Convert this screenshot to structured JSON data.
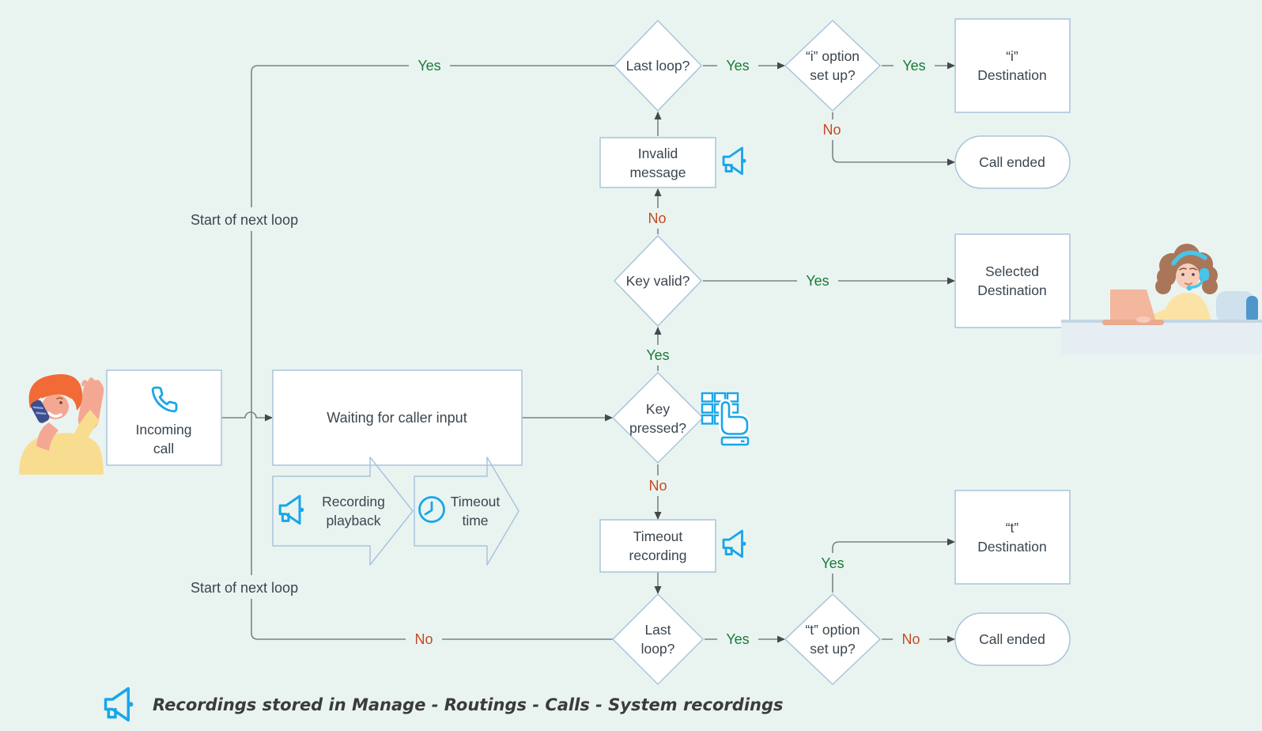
{
  "colors": {
    "background": "#e9f4f1",
    "node_fill": "#ffffff",
    "node_border": "#a9c4dc",
    "connector": "#7c8287",
    "arrowhead": "#45484c",
    "text": "#3a454e",
    "yes_green": "#1a7a38",
    "no_red": "#c7491f",
    "icon_blue": "#19a6e9"
  },
  "nodes": {
    "incoming_call": {
      "lines": [
        "Incoming",
        "call"
      ]
    },
    "waiting_for_input": {
      "label": "Waiting for caller input"
    },
    "recording_playback": {
      "lines": [
        "Recording",
        "playback"
      ]
    },
    "timeout_time": {
      "lines": [
        "Timeout",
        "time"
      ]
    },
    "key_pressed": {
      "lines": [
        "Key",
        "pressed?"
      ]
    },
    "key_valid": {
      "label": "Key valid?"
    },
    "invalid_message": {
      "lines": [
        "Invalid",
        "message"
      ]
    },
    "last_loop_top": {
      "label": "Last loop?"
    },
    "i_option_set_up": {
      "lines": [
        "“i” option",
        "set up?"
      ]
    },
    "i_destination": {
      "lines": [
        "“i”",
        "Destination"
      ]
    },
    "call_ended_top": {
      "label": "Call ended"
    },
    "selected_destination": {
      "lines": [
        "Selected",
        "Destination"
      ]
    },
    "timeout_recording": {
      "lines": [
        "Timeout",
        "recording"
      ]
    },
    "last_loop_bottom": {
      "lines": [
        "Last",
        "loop?"
      ]
    },
    "t_option_set_up": {
      "lines": [
        "“t” option",
        "set up?"
      ]
    },
    "t_destination": {
      "lines": [
        "“t”",
        "Destination"
      ]
    },
    "call_ended_bottom": {
      "label": "Call ended"
    }
  },
  "edge_labels": {
    "loop_top_yes": "Yes",
    "last_loop_top_to_i_option": "Yes",
    "i_option_to_i_destination": "Yes",
    "i_option_no": "No",
    "key_valid_no": "No",
    "key_valid_to_selected": "Yes",
    "key_pressed_yes": "Yes",
    "key_pressed_no": "No",
    "loop_bottom_no": "No",
    "last_loop_bottom_to_t_option": "Yes",
    "t_option_yes": "Yes",
    "t_option_no": "No"
  },
  "loop_labels": {
    "top": "Start of next loop",
    "bottom": "Start of next loop"
  },
  "legend": {
    "text": "Recordings stored in Manage - Routings - Calls - System recordings"
  },
  "icons": {
    "phone": "phone-icon",
    "megaphone": "megaphone-icon",
    "clock": "clock-icon",
    "keypad_hand": "keypad-hand-icon"
  }
}
